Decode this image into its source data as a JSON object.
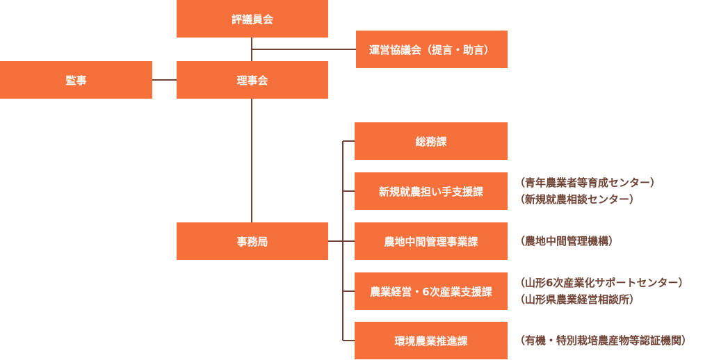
{
  "colors": {
    "box_fill": "#f5703b",
    "box_text": "#ffffff",
    "line": "#6e4234",
    "note_text": "#6e4234"
  },
  "nodes": {
    "hyogiinkai": "評議員会",
    "uneikyogikai": "運営協議会（提言・助言）",
    "kanji": "監事",
    "rijikai": "理事会",
    "jimukyoku": "事務局",
    "somuka": "総務課",
    "shinki": "新規就農担い手支援課",
    "nochi": "農地中間管理事業課",
    "keiei": "農業経営・6次産業支援課",
    "kankyo": "環境農業推進課"
  },
  "notes": {
    "shinki": [
      "（青年農業者等育成センター）",
      "（新規就農相談センター）"
    ],
    "nochi": [
      "（農地中間管理機構）"
    ],
    "keiei": [
      "（山形6次産業化サポートセンター）",
      "（山形県農業経営相談所）"
    ],
    "kankyo": [
      "（有機・特別栽培農産物等認証機関）"
    ]
  }
}
